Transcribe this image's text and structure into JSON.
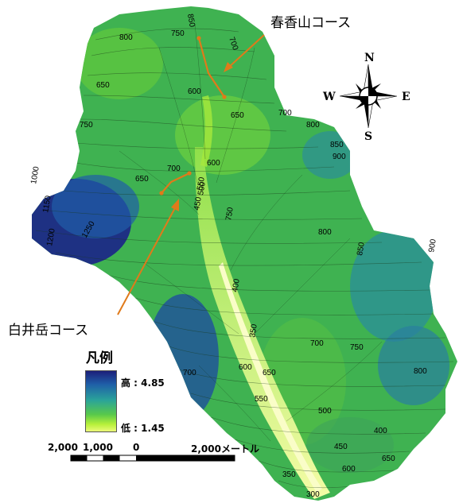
{
  "courses": {
    "haruka": "春香山コース",
    "shirai": "白井岳コース"
  },
  "legend": {
    "title": "凡例",
    "high": "高 : 4.85",
    "low": "低 : 1.45"
  },
  "scale": {
    "labels": [
      "2,000",
      "1,000",
      "0",
      "2,000メートル"
    ]
  },
  "compass": {
    "n": "N",
    "s": "S",
    "e": "E",
    "w": "W"
  },
  "contour_labels": [
    "850",
    "800",
    "750",
    "700",
    "650",
    "600",
    "650",
    "700",
    "750",
    "800",
    "850",
    "900",
    "1000",
    "1150",
    "1200",
    "1250",
    "700",
    "650",
    "600",
    "550",
    "500",
    "450",
    "400",
    "350",
    "300",
    "550",
    "600",
    "650",
    "700",
    "750",
    "800",
    "850",
    "900",
    "500",
    "450",
    "400",
    "350",
    "600",
    "650",
    "700",
    "750",
    "800"
  ],
  "colors": {
    "water": "#ffffff",
    "low": "#f4fca6",
    "mid_low": "#b8ee3a",
    "mid": "#4fc14a",
    "mid_high": "#2a9d96",
    "high": "#1f5ea8",
    "top": "#1c1f7a",
    "route": "#e07a1a"
  }
}
